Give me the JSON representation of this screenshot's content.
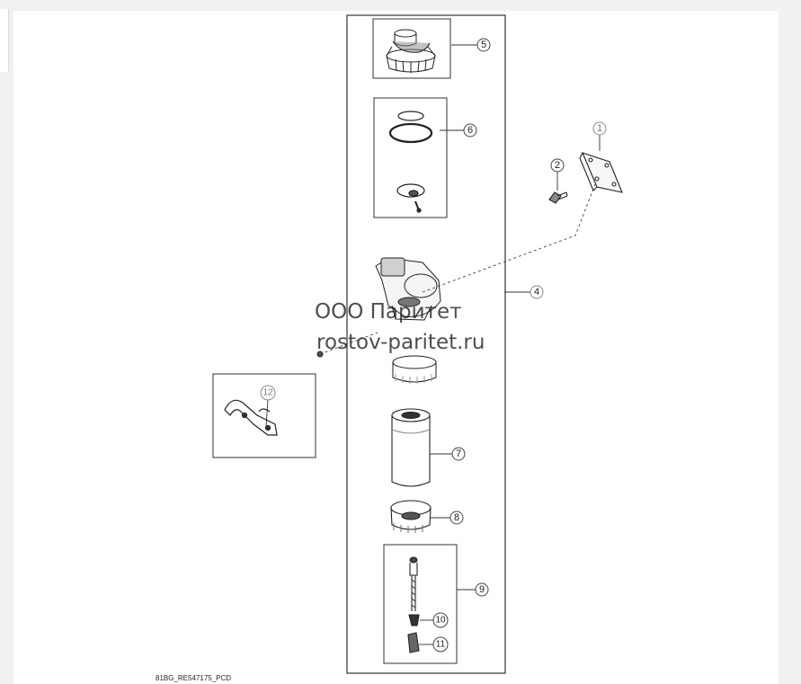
{
  "diagram": {
    "drawing_code": "81BG_RE547175_PCD",
    "watermark": {
      "line1": "ООО Паритет",
      "line2": "rostov-paritet.ru"
    },
    "callouts": [
      "1",
      "2",
      "4",
      "5",
      "6",
      "7",
      "8",
      "9",
      "10",
      "11",
      "12"
    ]
  }
}
